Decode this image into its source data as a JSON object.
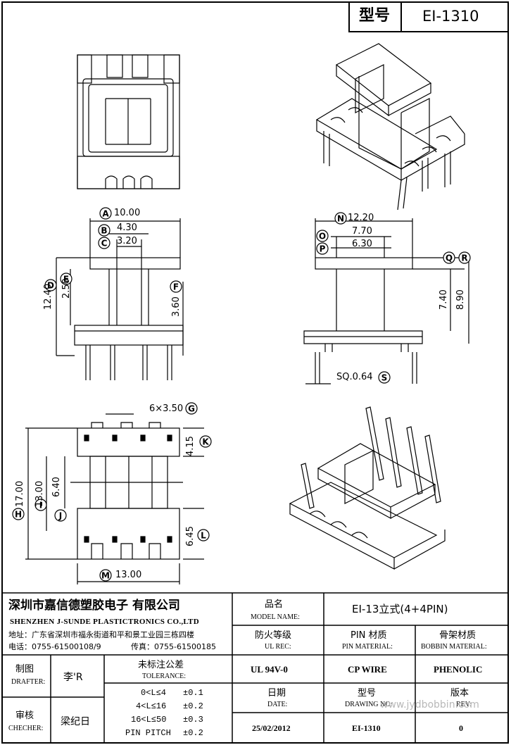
{
  "header": {
    "type_label": "型号",
    "type_value": "EI-1310"
  },
  "dimensions": {
    "A": "10.00",
    "B": "4.30",
    "C": "3.20",
    "D": "12.40",
    "E": "2.50",
    "F": "3.60",
    "G": "6×3.50",
    "H": "17.00",
    "I": "13.00",
    "J": "6.40",
    "K": "4.15",
    "L": "6.45",
    "M": "13.00",
    "N": "12.20",
    "O": "7.70",
    "P": "6.30",
    "Q": "7.40",
    "R": "8.90",
    "S": "SQ.0.64"
  },
  "letters": [
    "A",
    "B",
    "C",
    "D",
    "E",
    "F",
    "G",
    "H",
    "I",
    "J",
    "K",
    "L",
    "M",
    "N",
    "O",
    "P",
    "Q",
    "R",
    "S"
  ],
  "company": {
    "name_cn": "深圳市嘉信德塑胶电子 有限公司",
    "name_en": "SHENZHEN J-SUNDE PLASTICTRONICS CO.,LTD",
    "address": "地址：广东省深圳市福永街道和平和景工业园三栋四楼",
    "phone": "电话：0755-61500108/9",
    "fax": "传真：0755-61500185"
  },
  "title_block": {
    "model_name_cn": "品名",
    "model_name_en": "MODEL NAME:",
    "model_name_value": "EI-13立式(4+4PIN)",
    "ul_rec_cn": "防火等级",
    "ul_rec_en": "UL REC:",
    "ul_rec_value": "UL 94V-0",
    "pin_material_cn": "PIN 材质",
    "pin_material_en": "PIN MATERIAL:",
    "pin_material_value": "CP WIRE",
    "bobbin_material_cn": "骨架材质",
    "bobbin_material_en": "BOBBIN MATERIAL:",
    "bobbin_material_value": "PHENOLIC",
    "drafter_cn": "制图",
    "drafter_en": "DRAFTER:",
    "drafter_value": "李'R",
    "checker_cn": "审核",
    "checker_en": "CHECHER:",
    "checker_value": "梁纪日",
    "tolerance_cn": "未标注公差",
    "tolerance_en": "TOLERANCE:",
    "tolerance_rows": [
      {
        "range": "0<L≤4",
        "value": "±0.1"
      },
      {
        "range": "4<L≤16",
        "value": "±0.2"
      },
      {
        "range": "16<L≤50",
        "value": "±0.3"
      },
      {
        "range": "PIN PITCH",
        "value": "±0.2"
      }
    ],
    "date_cn": "日期",
    "date_en": "DATE:",
    "date_value": "25/02/2012",
    "drawing_no_cn": "型号",
    "drawing_no_en": "DRAWING NO:",
    "drawing_no_value": "EI-1310",
    "rev_cn": "版本",
    "rev_en": "REV:",
    "rev_value": "0"
  },
  "watermark": "www.jydbobbin.com"
}
